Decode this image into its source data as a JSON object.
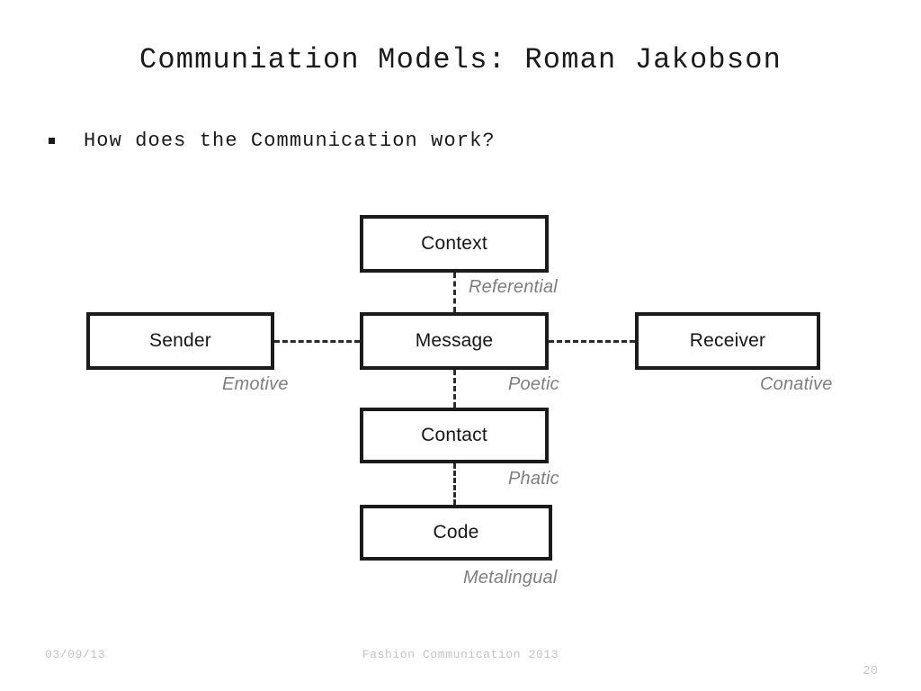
{
  "slide": {
    "title": "Communiation Models: Roman Jakobson",
    "bullet": "How does the Communication work?",
    "bullet_marker": "square-bullet-icon"
  },
  "diagram": {
    "type": "jakobson-communication-model",
    "nodes": [
      {
        "id": "context",
        "label": "Context",
        "function": "Referential"
      },
      {
        "id": "sender",
        "label": "Sender",
        "function": "Emotive"
      },
      {
        "id": "message",
        "label": "Message",
        "function": "Poetic"
      },
      {
        "id": "receiver",
        "label": "Receiver",
        "function": "Conative"
      },
      {
        "id": "contact",
        "label": "Contact",
        "function": "Phatic"
      },
      {
        "id": "code",
        "label": "Code",
        "function": "Metalingual"
      }
    ],
    "connections": [
      {
        "from": "sender",
        "to": "message",
        "style": "dashed",
        "orientation": "horizontal"
      },
      {
        "from": "message",
        "to": "receiver",
        "style": "dashed",
        "orientation": "horizontal"
      },
      {
        "from": "context",
        "to": "message",
        "style": "dashed",
        "orientation": "vertical"
      },
      {
        "from": "message",
        "to": "contact",
        "style": "dashed",
        "orientation": "vertical"
      },
      {
        "from": "contact",
        "to": "code",
        "style": "dashed",
        "orientation": "vertical"
      }
    ],
    "colors": {
      "box_border": "#1b1b1b",
      "box_fill": "#ffffff",
      "node_text": "#161616",
      "function_text": "#7e7e7e",
      "connector": "#2b2b2b"
    }
  },
  "footer": {
    "date": "03/09/13",
    "center": "Fashion Communication 2013",
    "page_number": "20",
    "color": "#c3c3c3"
  }
}
